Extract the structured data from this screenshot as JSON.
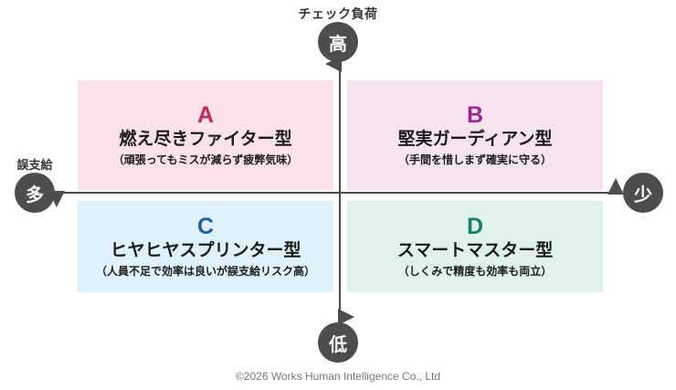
{
  "axes": {
    "vertical_title": "チェック負荷",
    "vertical_high": "高",
    "vertical_low": "低",
    "horizontal_title": "誤支給",
    "horizontal_left": "多",
    "horizontal_right": "少"
  },
  "quadrants": [
    {
      "letter": "A",
      "name": "燃え尽きファイター型",
      "description": "（頑張ってもミスが減らず疲弊気味）",
      "fill": "#FBE1E9",
      "letter_color": "#C8255C"
    },
    {
      "letter": "B",
      "name": "堅実ガーディアン型",
      "description": "（手間を惜しまず確実に守る）",
      "fill": "#F5E3EF",
      "letter_color": "#A0219C"
    },
    {
      "letter": "C",
      "name": "ヒヤヒヤスプリンター型",
      "description": "（人員不足で効率は良いが誤支給リスク高）",
      "fill": "#DEF1FC",
      "letter_color": "#1F5FA8"
    },
    {
      "letter": "D",
      "name": "スマートマスター型",
      "description": "（しくみで精度も効率も両立）",
      "fill": "#DEF2EA",
      "letter_color": "#14806B"
    }
  ],
  "footer": {
    "copyright": "©2026 Works Human Intelligence Co., Ltd"
  }
}
